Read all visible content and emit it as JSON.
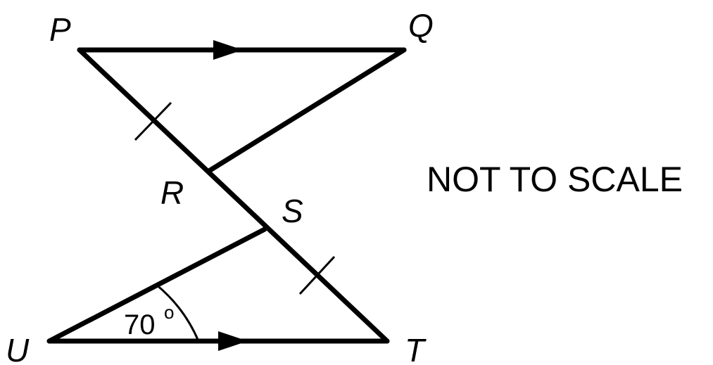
{
  "points": {
    "P": "P",
    "Q": "Q",
    "R": "R",
    "S": "S",
    "T": "T",
    "U": "U"
  },
  "angle": {
    "value": "70",
    "unit": "o"
  },
  "note": "NOT TO SCALE"
}
